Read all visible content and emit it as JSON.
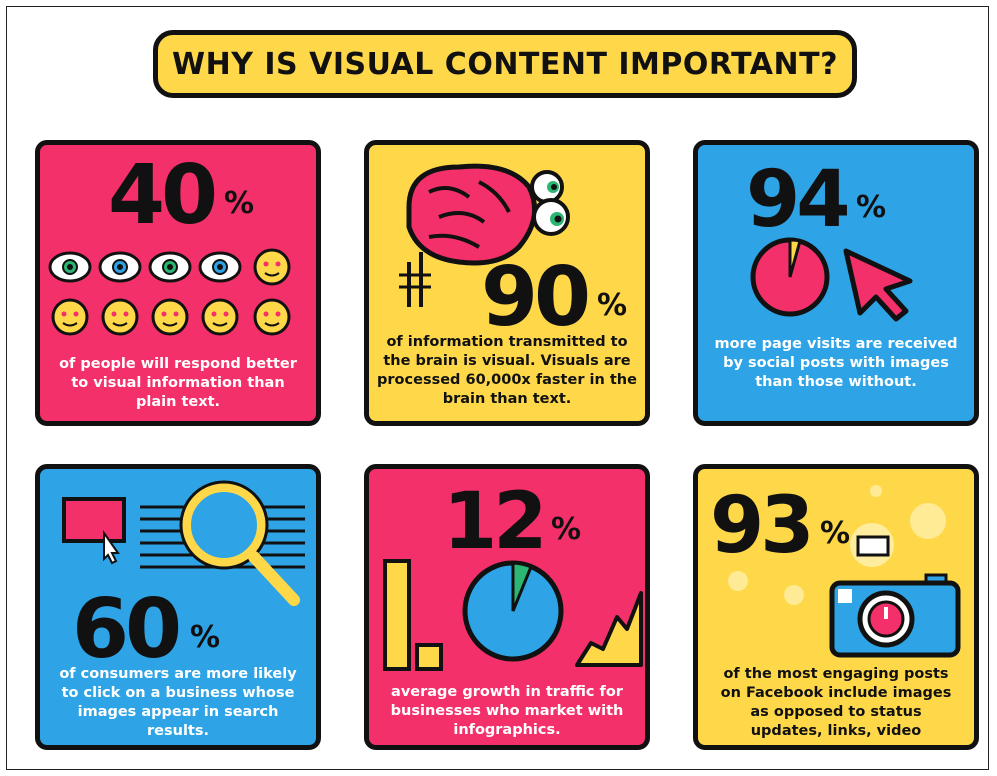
{
  "title": "WHY IS VISUAL CONTENT IMPORTANT?",
  "stats": [
    {
      "value": "40",
      "unit": "%",
      "text": "of people will respond better to visual information than plain text."
    },
    {
      "value": "90",
      "unit": "%",
      "text": "of information transmitted to the brain is visual. Visuals are processed 60,000x faster in the brain than text."
    },
    {
      "value": "94",
      "unit": "%",
      "text": "more page visits are received by social posts with images than those without."
    },
    {
      "value": "60",
      "unit": "%",
      "text": "of consumers are more likely to click on a business whose images appear in search results."
    },
    {
      "value": "12",
      "unit": "%",
      "text": "average growth in traffic for businesses who market with infographics."
    },
    {
      "value": "93",
      "unit": "%",
      "text": "of the most engaging posts on Facebook include images as opposed to status updates, links, video"
    }
  ],
  "colors": {
    "pink": "#f4306a",
    "yellow": "#ffd84a",
    "blue": "#2ea4e6",
    "outline": "#111111",
    "green": "#2bb673"
  },
  "icons": {
    "card1": [
      "eye-icon",
      "smiley-face-icon"
    ],
    "card2": [
      "brain-icon",
      "googly-eyes-icon",
      "fork-icon"
    ],
    "card3": [
      "pie-chart-icon",
      "cursor-arrow-icon"
    ],
    "card4": [
      "screen-pointer-icon",
      "text-lines-icon",
      "magnifying-glass-icon"
    ],
    "card5": [
      "bar-chart-icon",
      "pie-chart-icon",
      "line-graph-icon"
    ],
    "card6": [
      "camera-icon",
      "sparkle-icon"
    ]
  },
  "card1_faces": {
    "eyes": 4,
    "smileys": 6
  }
}
